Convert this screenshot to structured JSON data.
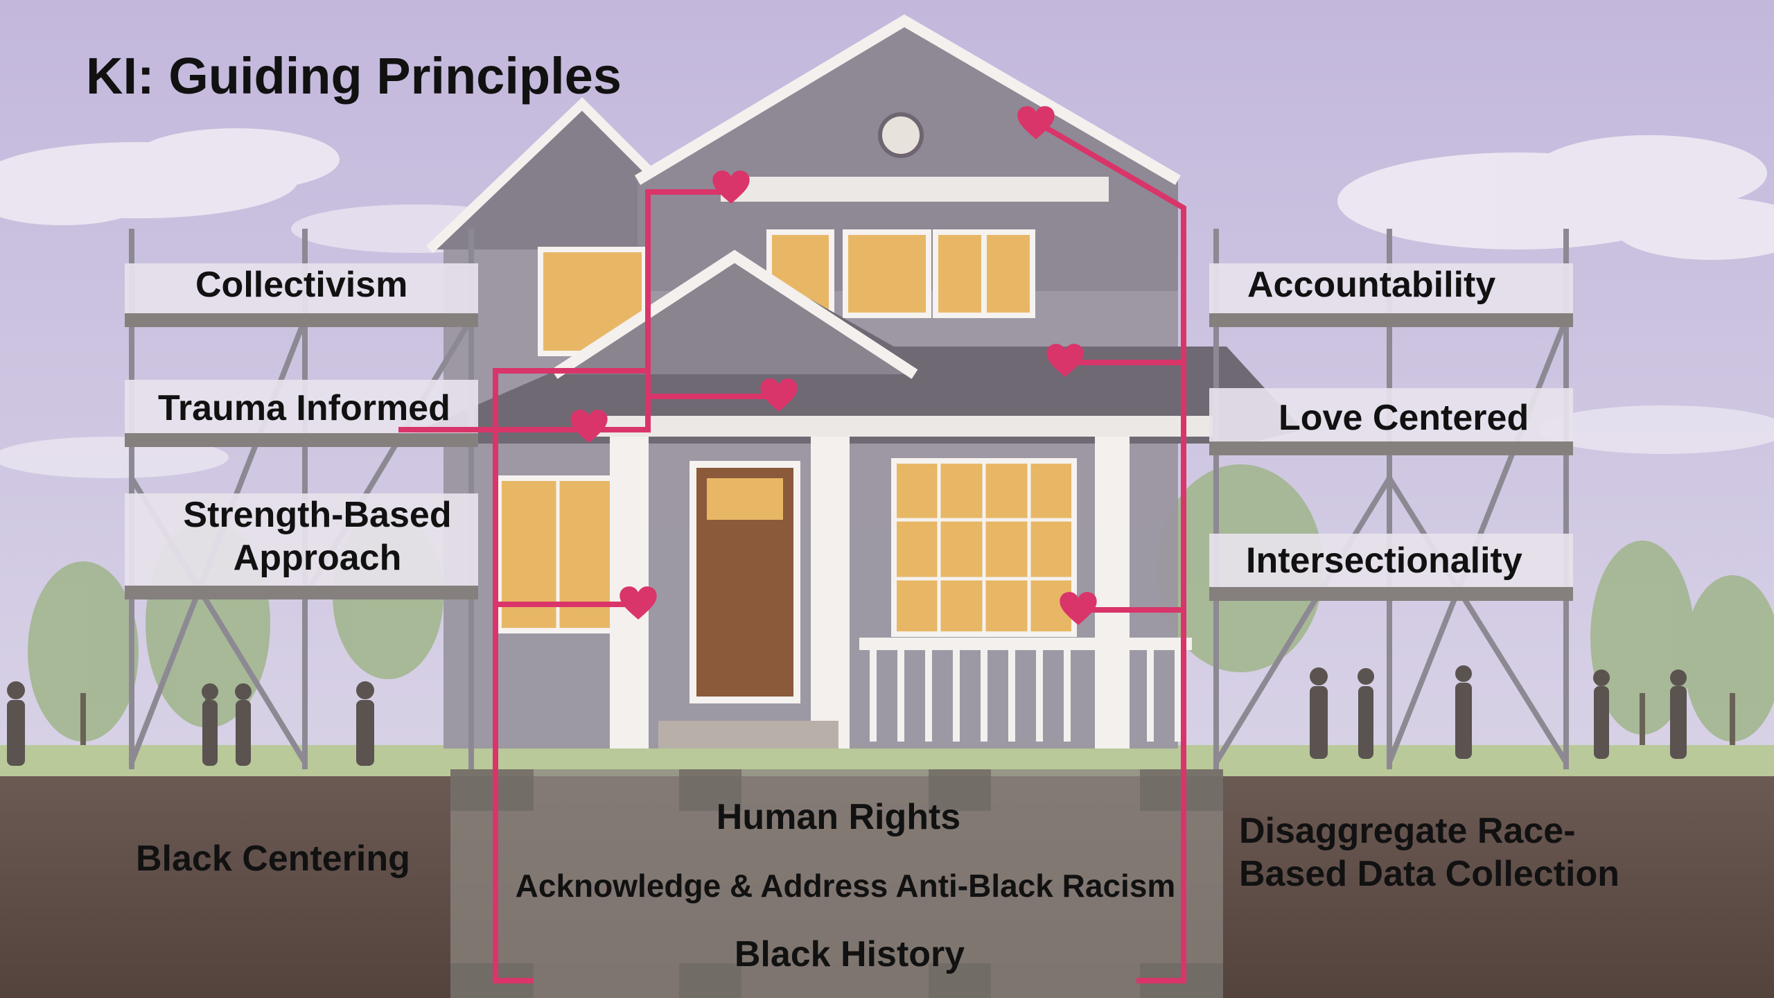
{
  "title": "KI: Guiding Principles",
  "scaffold_left": {
    "items": [
      "Collectivism",
      "Trauma Informed",
      "Strength-Based Approach"
    ],
    "strength_line1": "Strength-Based",
    "strength_line2": "Approach"
  },
  "scaffold_right": {
    "items": [
      "Accountability",
      "Love Centered",
      "Intersectionality"
    ]
  },
  "foundation": {
    "left": "Black Centering",
    "center": [
      "Human Rights",
      "Acknowledge & Address Anti-Black Racism",
      "Black History"
    ],
    "right_line1": "Disaggregate Race-",
    "right_line2": "Based Data Collection"
  },
  "colors": {
    "sky": "#c9bddf",
    "ground": "#5b4a44",
    "grass": "#b9c99a",
    "pipe": "#d9356a",
    "heart": "#d9356a",
    "house_siding": "#8d8a92",
    "window_glow": "#e8b766"
  },
  "icons": [
    "heart-icon",
    "house-illustration",
    "scaffolding",
    "tree",
    "person-silhouette",
    "cloud"
  ]
}
